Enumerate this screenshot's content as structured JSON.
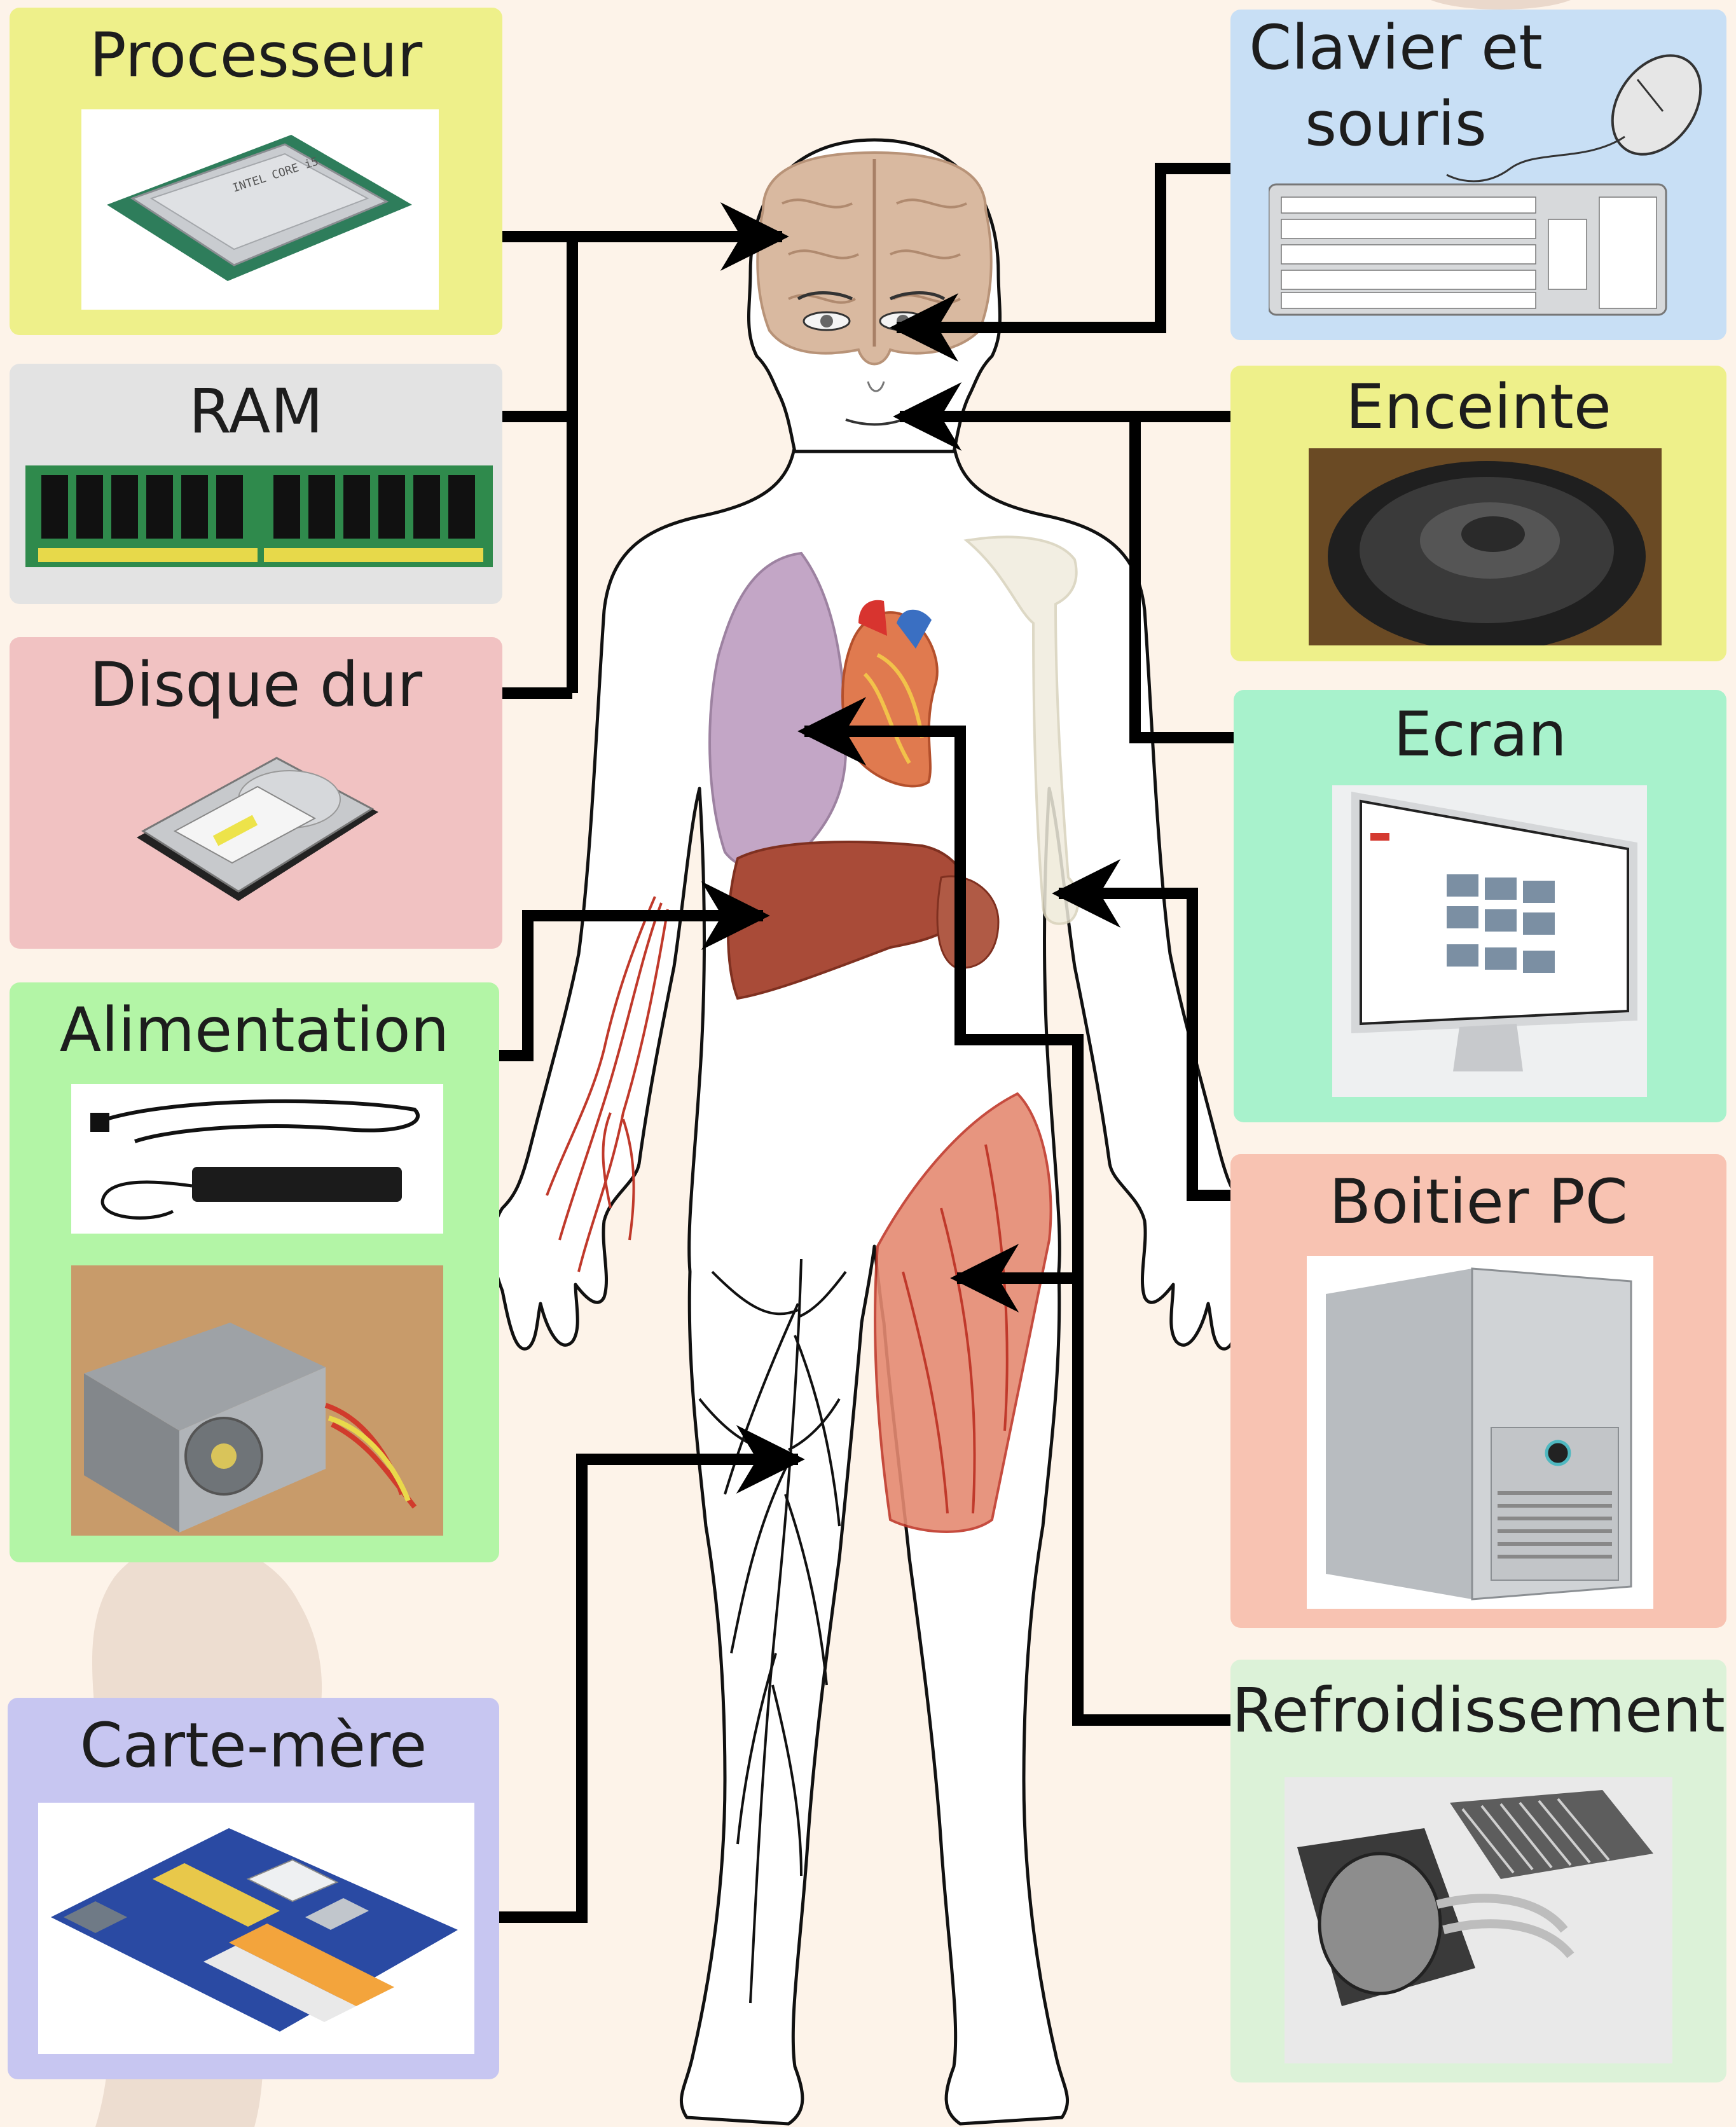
{
  "colors": {
    "background": "#fdf3e9",
    "yellow": "#eef08a",
    "gray": "#e3e3e3",
    "pink": "#f1c2c2",
    "green": "#b3f5a6",
    "blue": "#c8dff5",
    "mint": "#a8f2cc",
    "salmon": "#f8c3b2",
    "lavender": "#c7c6f1",
    "light_green": "#dcf2d8",
    "arrow": "#000000"
  },
  "cards": {
    "processeur": {
      "title": "Processeur",
      "image": "cpu-chip-image"
    },
    "ram": {
      "title": "RAM",
      "image": "ram-module-image"
    },
    "disque_dur": {
      "title": "Disque dur",
      "image": "hard-drive-image"
    },
    "alimentation": {
      "title": "Alimentation",
      "images": [
        "power-adapter-image",
        "power-supply-unit-image"
      ]
    },
    "carte_mere": {
      "title": "Carte-mère",
      "image": "motherboard-image"
    },
    "clavier_souris": {
      "title_lines": [
        "Clavier et",
        "souris"
      ],
      "image": "keyboard-mouse-image"
    },
    "enceinte": {
      "title": "Enceinte",
      "image": "speaker-image"
    },
    "ecran": {
      "title": "Ecran",
      "image": "monitor-image"
    },
    "boitier_pc": {
      "title": "Boitier PC",
      "image": "pc-case-image"
    },
    "refroidissement": {
      "title": "Refroidissement",
      "image": "heatsink-image"
    }
  },
  "body_parts": [
    "brain",
    "eyes",
    "mouth",
    "lungs",
    "heart",
    "liver",
    "arm-bones",
    "arteries",
    "muscles",
    "nerves"
  ]
}
